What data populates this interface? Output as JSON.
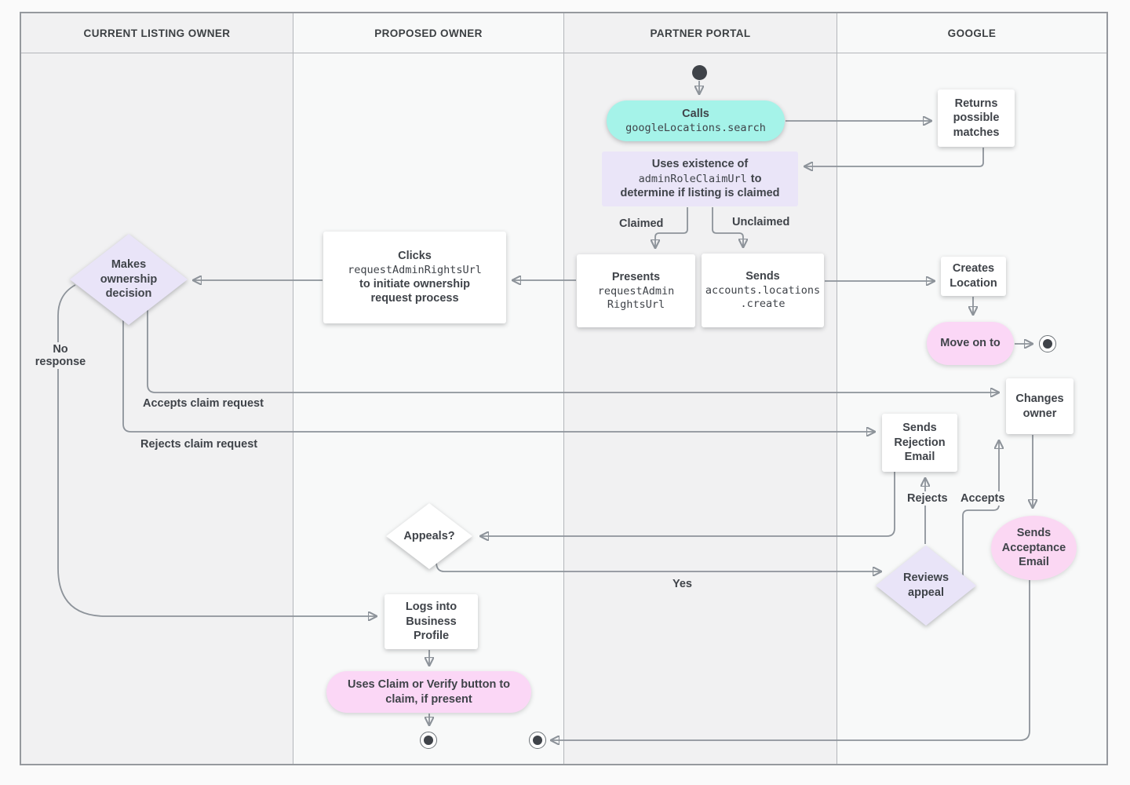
{
  "lanes": [
    {
      "label": "CURRENT LISTING OWNER"
    },
    {
      "label": "PROPOSED OWNER"
    },
    {
      "label": "PARTNER PORTAL"
    },
    {
      "label": "GOOGLE"
    }
  ],
  "nodes": {
    "calls": {
      "title": "Calls",
      "code": "googleLocations.search"
    },
    "returns_matches": {
      "text": "Returns possible matches"
    },
    "uses_existence": {
      "line1": "Uses existence of",
      "code": "adminRoleClaimUrl",
      "suffix": "to",
      "line2": "determine if listing is claimed"
    },
    "presents": {
      "title": "Presents",
      "code1": "requestAdmin",
      "code2": "RightsUrl"
    },
    "sends_create": {
      "title": "Sends",
      "code1": "accounts.locations",
      "code2": ".create"
    },
    "creates_location": {
      "text": "Creates Location"
    },
    "move_on": {
      "text": "Move on to"
    },
    "clicks": {
      "title": "Clicks",
      "code": "requestAdminRightsUrl",
      "line2": "to initiate ownership",
      "line3": "request process"
    },
    "makes_decision": {
      "text": "Makes ownership decision"
    },
    "sends_rejection": {
      "text": "Sends Rejection Email"
    },
    "changes_owner": {
      "text": "Changes owner"
    },
    "sends_acceptance": {
      "text": "Sends Acceptance Email"
    },
    "appeals": {
      "text": "Appeals?"
    },
    "reviews_appeal": {
      "text": "Reviews appeal"
    },
    "logs_in": {
      "text": "Logs into Business Profile"
    },
    "uses_claim": {
      "text": "Uses Claim or Verify button to claim, if present"
    }
  },
  "labels": {
    "claimed": "Claimed",
    "unclaimed": "Unclaimed",
    "no_response": "No response",
    "accepts_claim": "Accepts claim request",
    "rejects_claim": "Rejects claim request",
    "rejects": "Rejects",
    "accepts": "Accepts",
    "yes": "Yes"
  },
  "colors": {
    "teal": "#a5f3e9",
    "pink": "#fbd7f6",
    "lavender": "#e9e4f8",
    "line": "#8d939a",
    "text": "#3f4349"
  }
}
